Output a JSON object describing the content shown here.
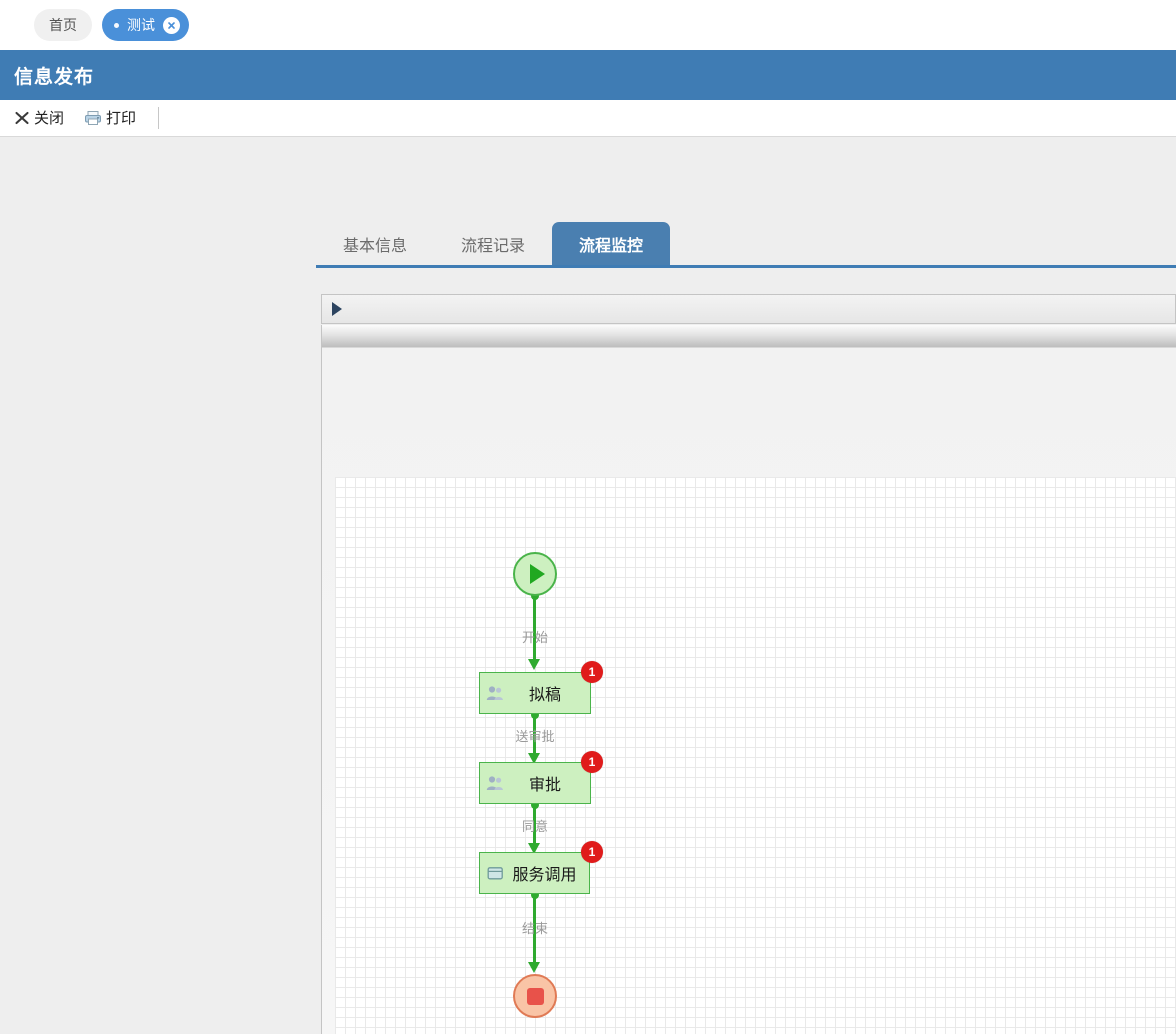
{
  "browser_tabs": {
    "items": [
      {
        "label": "首页",
        "active": false,
        "closable": false
      },
      {
        "label": "测试",
        "active": true,
        "closable": true
      }
    ]
  },
  "header": {
    "title": "信息发布"
  },
  "toolbar": {
    "buttons": [
      {
        "label": "关闭",
        "icon": "close-x-icon"
      },
      {
        "label": "打印",
        "icon": "printer-icon"
      }
    ]
  },
  "tabs": {
    "items": [
      {
        "label": "基本信息",
        "active": false
      },
      {
        "label": "流程记录",
        "active": false
      },
      {
        "label": "流程监控",
        "active": true
      }
    ]
  },
  "diagram_toolbar": {
    "play_icon": "play-triangle-icon"
  },
  "flow": {
    "nodes": [
      {
        "id": "start",
        "type": "start",
        "icon": "play-triangle-icon",
        "label": ""
      },
      {
        "id": "draft",
        "type": "user-task",
        "icon": "user-group-icon",
        "label": "拟稿",
        "badge": "1"
      },
      {
        "id": "approve",
        "type": "user-task",
        "icon": "user-group-icon",
        "label": "审批",
        "badge": "1"
      },
      {
        "id": "service",
        "type": "service-task",
        "icon": "window-service-icon",
        "label": "服务调用",
        "badge": "1"
      },
      {
        "id": "end",
        "type": "end",
        "icon": "stop-square-icon",
        "label": ""
      }
    ],
    "edges": [
      {
        "from": "start",
        "to": "draft",
        "label": "开始"
      },
      {
        "from": "draft",
        "to": "approve",
        "label": "送审批"
      },
      {
        "from": "approve",
        "to": "service",
        "label": "同意"
      },
      {
        "from": "service",
        "to": "end",
        "label": "结束"
      }
    ]
  },
  "colors": {
    "accent_blue": "#3f7cb4",
    "tab_blue": "#4a90d9",
    "node_fill_green": "#cdf0c0",
    "node_border_green": "#4ab44a",
    "end_fill": "#f9c4a6",
    "end_border": "#e07a55",
    "badge_red": "#e01b1b",
    "edge_label_gray": "#9a9a9a"
  }
}
